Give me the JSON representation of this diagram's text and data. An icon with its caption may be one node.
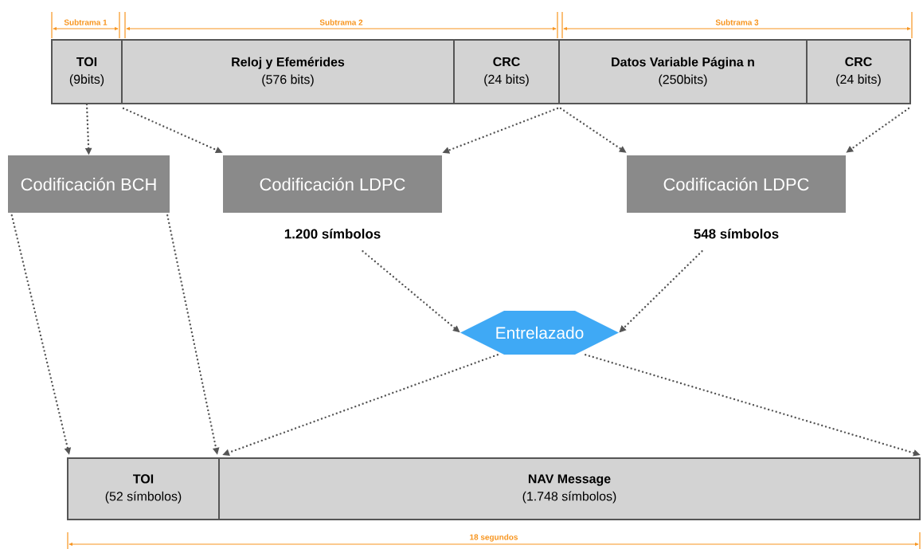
{
  "diagram": {
    "nodes": [
      {
        "text": [
          "TOI",
          "(9bits)"
        ]
      },
      {
        "text": [
          "Reloj y Efemérides",
          "(576 bits)"
        ]
      },
      {
        "text": [
          "CRC",
          "(24 bits)"
        ]
      },
      {
        "text": [
          "Datos Variable Página n",
          "(250bits)"
        ]
      },
      {
        "text": [
          "CRC",
          "(24 bits)"
        ]
      },
      {
        "text": [
          "Codificación BCH"
        ]
      },
      {
        "text": [
          "Codificación LDPC"
        ],
        "beside": [
          "1.200 símbolos"
        ]
      },
      {
        "text": [
          "Codificación LDPC"
        ],
        "beside": [
          "548 símbolos"
        ]
      },
      {
        "text": [
          "Entrelazado"
        ]
      },
      {
        "text": [
          "TOI",
          "(52 símbolos)"
        ]
      },
      {
        "text": [
          "NAV Message",
          "(1.748 símbolos)"
        ]
      }
    ],
    "edges": [
      {
        "from": 0,
        "to": 5,
        "arrow": "to"
      },
      {
        "from": 1,
        "to": 6,
        "arrow": "to"
      },
      {
        "from": 2,
        "to": 6,
        "arrow": "to"
      },
      {
        "from": 3,
        "to": 7,
        "arrow": "to"
      },
      {
        "from": 4,
        "to": 7,
        "arrow": "to"
      },
      {
        "from": 5,
        "to": 9,
        "arrow": "to"
      },
      {
        "from": 5,
        "to": 9,
        "arrow": "to"
      },
      {
        "from": 6,
        "to": 8,
        "arrow": "to"
      },
      {
        "from": 7,
        "to": 8,
        "arrow": "to"
      },
      {
        "from": 8,
        "to": 10,
        "arrow": "to"
      },
      {
        "from": 8,
        "to": 10,
        "arrow": "to"
      }
    ],
    "labels": [
      "Subtrama 1",
      "Subtrama 2",
      "Subtrama 3",
      "18 segundos"
    ]
  }
}
